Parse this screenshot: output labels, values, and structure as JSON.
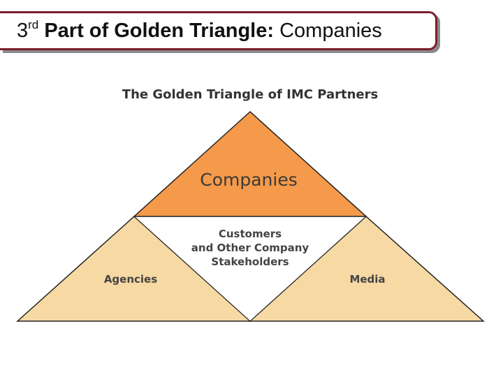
{
  "slide": {
    "title_prefix": "3",
    "title_superscript": "rd",
    "title_bold": " Part of Golden Triangle:",
    "title_rest": " Companies"
  },
  "diagram": {
    "title": "The Golden Triangle of IMC Partners",
    "top_label": "Companies",
    "center_line1": "Customers",
    "center_line2": "and Other Company",
    "center_line3": "Stakeholders",
    "left_label": "Agencies",
    "right_label": "Media",
    "colors": {
      "companies_fill": "#f59a4a",
      "side_fill": "#f7d9a4",
      "center_fill": "#ffffff",
      "outline": "#222222",
      "label_text": "#3a3a3a",
      "title_border": "#7a1f2b"
    }
  }
}
